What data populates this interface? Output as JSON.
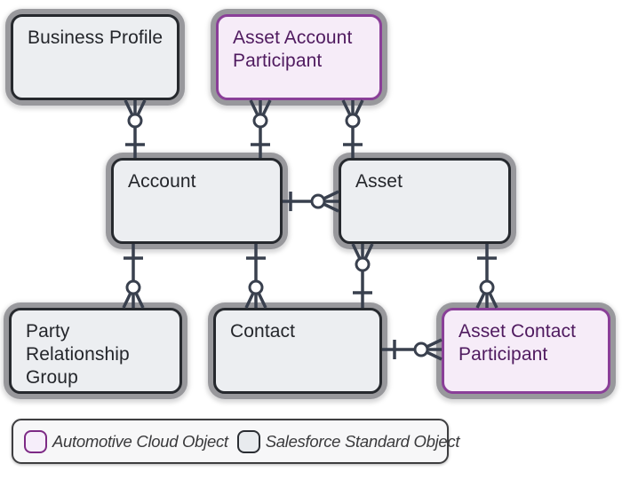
{
  "diagram": {
    "nodes": [
      {
        "id": "business-profile",
        "label": "Business Profile",
        "type": "salesforce-standard"
      },
      {
        "id": "asset-account-participant",
        "label": "Asset Account\nParticipant",
        "type": "automotive-cloud"
      },
      {
        "id": "account",
        "label": "Account",
        "type": "salesforce-standard"
      },
      {
        "id": "asset",
        "label": "Asset",
        "type": "salesforce-standard"
      },
      {
        "id": "party-relationship-group",
        "label": "Party\nRelationship\nGroup",
        "type": "salesforce-standard"
      },
      {
        "id": "contact",
        "label": "Contact",
        "type": "salesforce-standard"
      },
      {
        "id": "asset-contact-participant",
        "label": "Asset Contact\nParticipant",
        "type": "automotive-cloud"
      }
    ],
    "relationships": [
      {
        "from": "business-profile",
        "to": "account",
        "from_cardinality": "zero-or-many",
        "to_cardinality": "one"
      },
      {
        "from": "asset-account-participant",
        "to": "account",
        "from_cardinality": "zero-or-many",
        "to_cardinality": "one"
      },
      {
        "from": "asset-account-participant",
        "to": "asset",
        "from_cardinality": "zero-or-many",
        "to_cardinality": "one"
      },
      {
        "from": "account",
        "to": "asset",
        "from_cardinality": "one",
        "to_cardinality": "zero-or-many"
      },
      {
        "from": "account",
        "to": "party-relationship-group",
        "from_cardinality": "one",
        "to_cardinality": "zero-or-many"
      },
      {
        "from": "account",
        "to": "contact",
        "from_cardinality": "one",
        "to_cardinality": "zero-or-many"
      },
      {
        "from": "asset",
        "to": "contact",
        "from_cardinality": "zero-or-many",
        "to_cardinality": "one"
      },
      {
        "from": "asset",
        "to": "asset-contact-participant",
        "from_cardinality": "one",
        "to_cardinality": "zero-or-many"
      },
      {
        "from": "contact",
        "to": "asset-contact-participant",
        "from_cardinality": "one",
        "to_cardinality": "zero-or-many"
      }
    ]
  },
  "legend": {
    "items": [
      {
        "label": "Automotive Cloud Object",
        "type": "automotive-cloud"
      },
      {
        "label": "Salesforce Standard Object",
        "type": "salesforce-standard"
      }
    ]
  },
  "colors": {
    "automotive_border": "#8a3f98",
    "automotive_fill": "#f6ecf8",
    "automotive_text": "#4f1a5f",
    "standard_border": "#26292e",
    "standard_fill": "#eceef1",
    "standard_text": "#24262b",
    "connector": "#39404e",
    "outer_ring": "#929397",
    "background": "#ffffff"
  }
}
